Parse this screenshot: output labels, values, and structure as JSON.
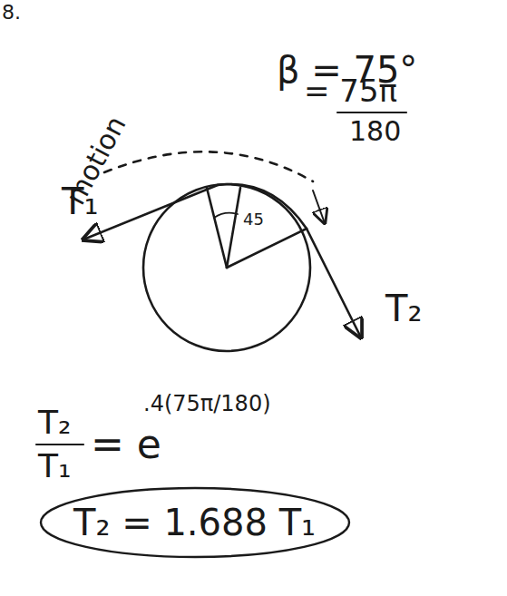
{
  "diagram": {
    "nodes": [
      {
        "text": [
          "T₂ = 1.688 T₁"
        ]
      }
    ],
    "labels": [
      "8.",
      "motion",
      "β = 75°",
      "= 75π",
      "180",
      "T₁",
      "T₂",
      "45",
      "T₂",
      "T₁",
      "= e",
      ".4(75π/180)"
    ]
  }
}
